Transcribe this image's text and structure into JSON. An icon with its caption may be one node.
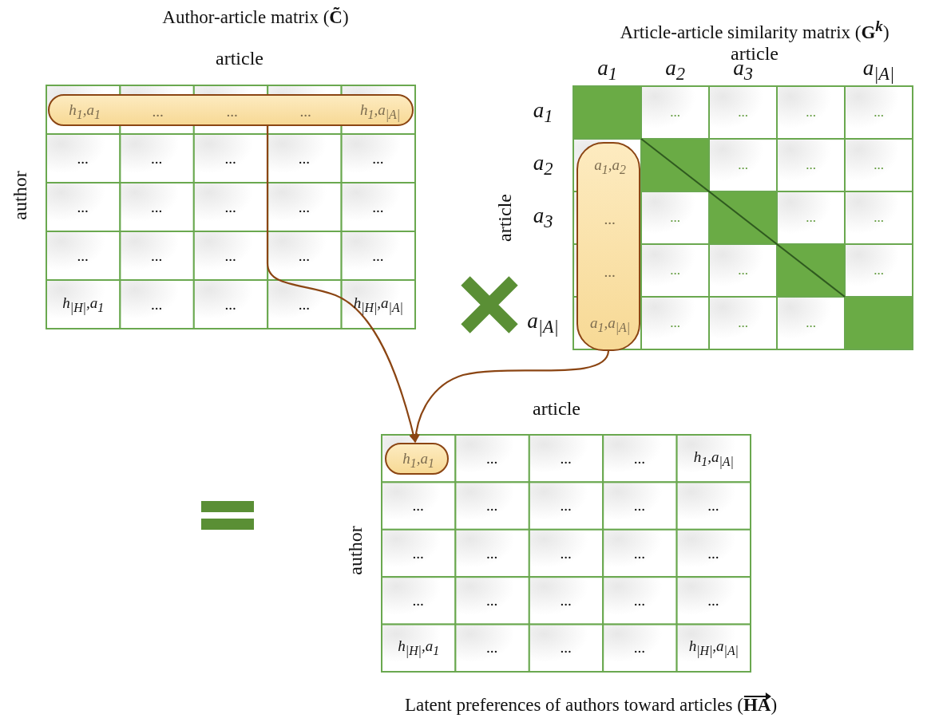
{
  "diagram": {
    "nodes": [
      {
        "text": [
          "h$_{1}$,a$_{1}$",
          "...",
          "...",
          "...",
          "h$_{1}$,a$_{|A|}$"
        ]
      },
      {
        "text": [
          "a$_{1}$,a$_{2}$",
          "...",
          "...",
          "a$_{1}$,a$_{|A|}$"
        ]
      },
      {
        "text": [
          "h$_{1}$,a$_{1}$"
        ]
      }
    ],
    "edges": [
      {
        "from": 0,
        "to": 2,
        "arrow": "to",
        "color": "#8b4513"
      },
      {
        "from": 1,
        "to": 2,
        "arrow": "to",
        "color": "#8b4513"
      }
    ],
    "labels": [
      "Author-article matrix (**C̃**)",
      "article",
      "author",
      "...",
      "...",
      "...",
      "...",
      "...",
      "...",
      "...",
      "...",
      "...",
      "...",
      "...",
      "...",
      "...",
      "...",
      "...",
      "h$_{|H|}$,a$_{1}$",
      "...",
      "...",
      "...",
      "h$_{|H|}$,a$_{|A|}$",
      "Article-article similarity matrix (**G**$^{k}$)",
      "article",
      "a$_{1}$",
      "a$_{2}$",
      "a$_{3}$",
      "a$_{|A|}$",
      "a$_{1}$",
      "a$_{2}$",
      "a$_{3}$",
      "a$_{|A|}$",
      "article",
      "...",
      "...",
      "...",
      "...",
      "...",
      "...",
      "...",
      "...",
      "...",
      "...",
      "...",
      "...",
      "...",
      "...",
      "...",
      "...",
      "article",
      "author",
      "...",
      "...",
      "...",
      "h$_{1}$,a$_{|A|}$",
      "...",
      "...",
      "...",
      "...",
      "...",
      "...",
      "...",
      "...",
      "...",
      "...",
      "...",
      "...",
      "...",
      "...",
      "...",
      "h$_{|H|}$,a$_{1}$",
      "...",
      "...",
      "...",
      "h$_{|H|}$,a$_{|A|}$",
      "Latent preferences of authors toward articles (**HA**)"
    ]
  }
}
